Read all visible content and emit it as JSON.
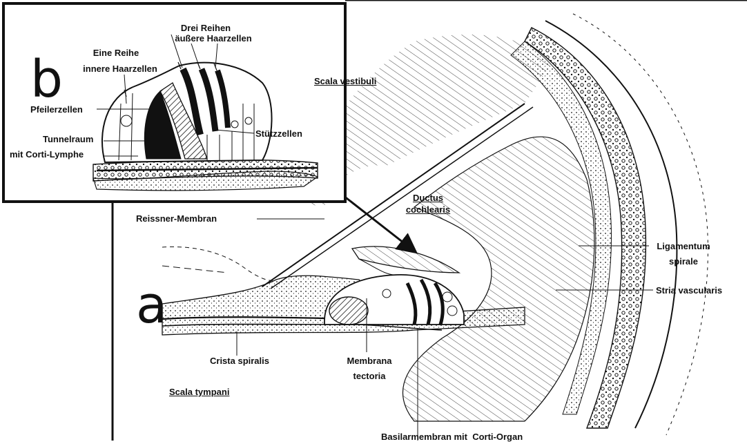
{
  "panel_b": {
    "letter": "b",
    "labels": {
      "drei_reihen": "Drei Reihen",
      "aeussere_haarzellen": "äußere Haarzellen",
      "eine_reihe": "Eine Reihe",
      "innere_haarzellen": "innere Haarzellen",
      "pfeilerzellen": "Pfeilerzellen",
      "tunnelraum": "Tunnelraum",
      "mit_corti_lymphe": "mit Corti-Lymphe",
      "stuetzzellen": "Stützzellen"
    }
  },
  "panel_a": {
    "letter": "a",
    "labels": {
      "scala_vestibuli": "Scala vestibuli",
      "ductus": "Ductus",
      "cochlearis": "cochlearis",
      "reissner_membran": "Reissner-Membran",
      "ligamentum": "Ligamentum",
      "spirale": "spirale",
      "stria_vascularis": "Stria vascularis",
      "crista_spiralis": "Crista spiralis",
      "membrana": "Membrana",
      "tectoria": "tectoria",
      "scala_tympani": "Scala tympani",
      "basilarmembran": "Basilarmembran mit  Corti-Organ"
    }
  },
  "colors": {
    "ink": "#111111",
    "paper": "#ffffff"
  }
}
